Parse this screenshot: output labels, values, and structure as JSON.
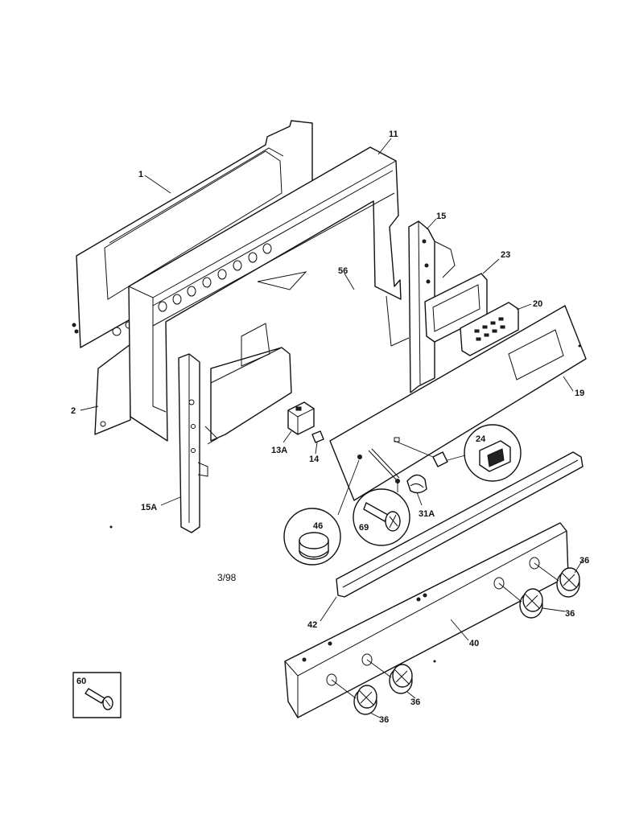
{
  "diagram": {
    "date_code": "3/98",
    "callouts": {
      "p1": "1",
      "p2": "2",
      "p11": "11",
      "p15": "15",
      "p15a": "15A",
      "p56": "56",
      "p23": "23",
      "p20": "20",
      "p19": "19",
      "p13a": "13A",
      "p14": "14",
      "p24": "24",
      "p46": "46",
      "p69": "69",
      "p31a": "31A",
      "p42": "42",
      "p40": "40",
      "p60": "60",
      "p36a": "36",
      "p36b": "36",
      "p36c": "36",
      "p36d": "36"
    }
  }
}
